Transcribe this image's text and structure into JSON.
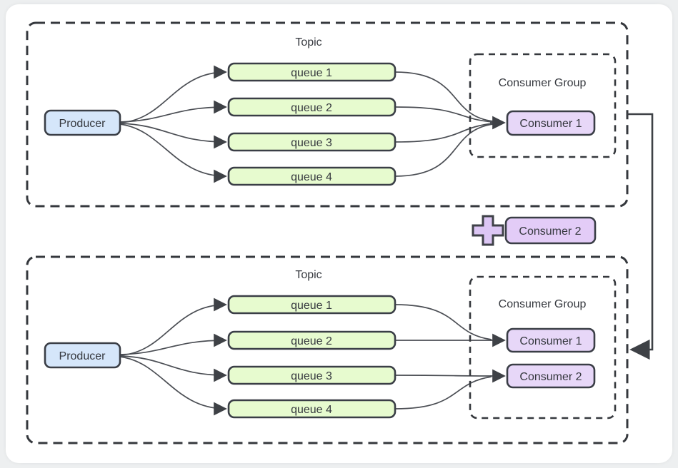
{
  "page": {
    "background": "#edeff0",
    "card_background": "#ffffff"
  },
  "colors": {
    "producer_fill": "#d5e6fa",
    "queue_fill": "#e7fbcf",
    "consumer_fill": "#e7d7f8",
    "added_consumer_fill": "#e3ccf7",
    "plus_icon_fill": "#dcc6f4",
    "dashed_stroke": "#35383d",
    "arrow_stroke": "#4b4e54",
    "text_color": "#35383e"
  },
  "top_diagram": {
    "topic_label": "Topic",
    "producer_label": "Producer",
    "queues": [
      "queue 1",
      "queue 2",
      "queue 3",
      "queue 4"
    ],
    "consumer_group_label": "Consumer Group",
    "consumers": [
      "Consumer 1"
    ]
  },
  "middle": {
    "plus_icon": "plus-icon",
    "added_consumer_label": "Consumer 2"
  },
  "bottom_diagram": {
    "topic_label": "Topic",
    "producer_label": "Producer",
    "queues": [
      "queue 1",
      "queue 2",
      "queue 3",
      "queue 4"
    ],
    "consumer_group_label": "Consumer Group",
    "consumers": [
      "Consumer 1",
      "Consumer 2"
    ]
  }
}
